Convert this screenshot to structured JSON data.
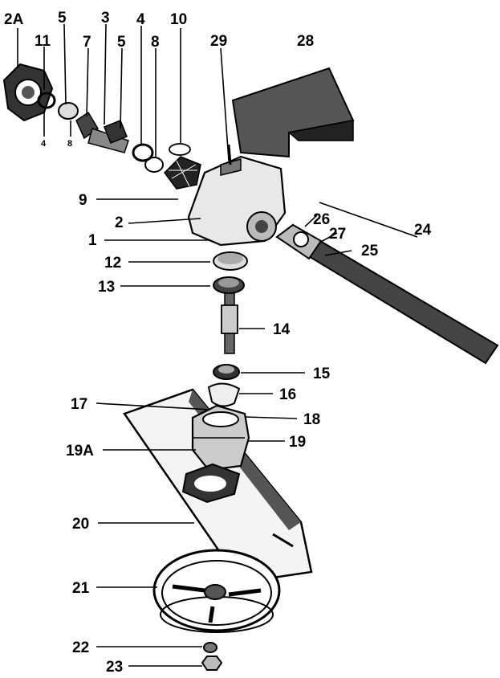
{
  "labels": {
    "l2a": "2A",
    "l11": "11",
    "l5a": "5",
    "l7": "7",
    "l3": "3",
    "l5b": "5",
    "l4a": "4",
    "l8a": "8",
    "l10": "10",
    "l29": "29",
    "l28": "28",
    "l4b": "4",
    "l8b": "8",
    "l9": "9",
    "l2": "2",
    "l1": "1",
    "l26": "26",
    "l27": "27",
    "l24": "24",
    "l25": "25",
    "l12": "12",
    "l13": "13",
    "l14": "14",
    "l15": "15",
    "l16": "16",
    "l17": "17",
    "l18": "18",
    "l19a": "19A",
    "l19": "19",
    "l20": "20",
    "l21": "21",
    "l22": "22",
    "l23": "23"
  },
  "colors": {
    "ink": "#000000",
    "paper": "#ffffff",
    "shade": "#6b6b6b"
  }
}
